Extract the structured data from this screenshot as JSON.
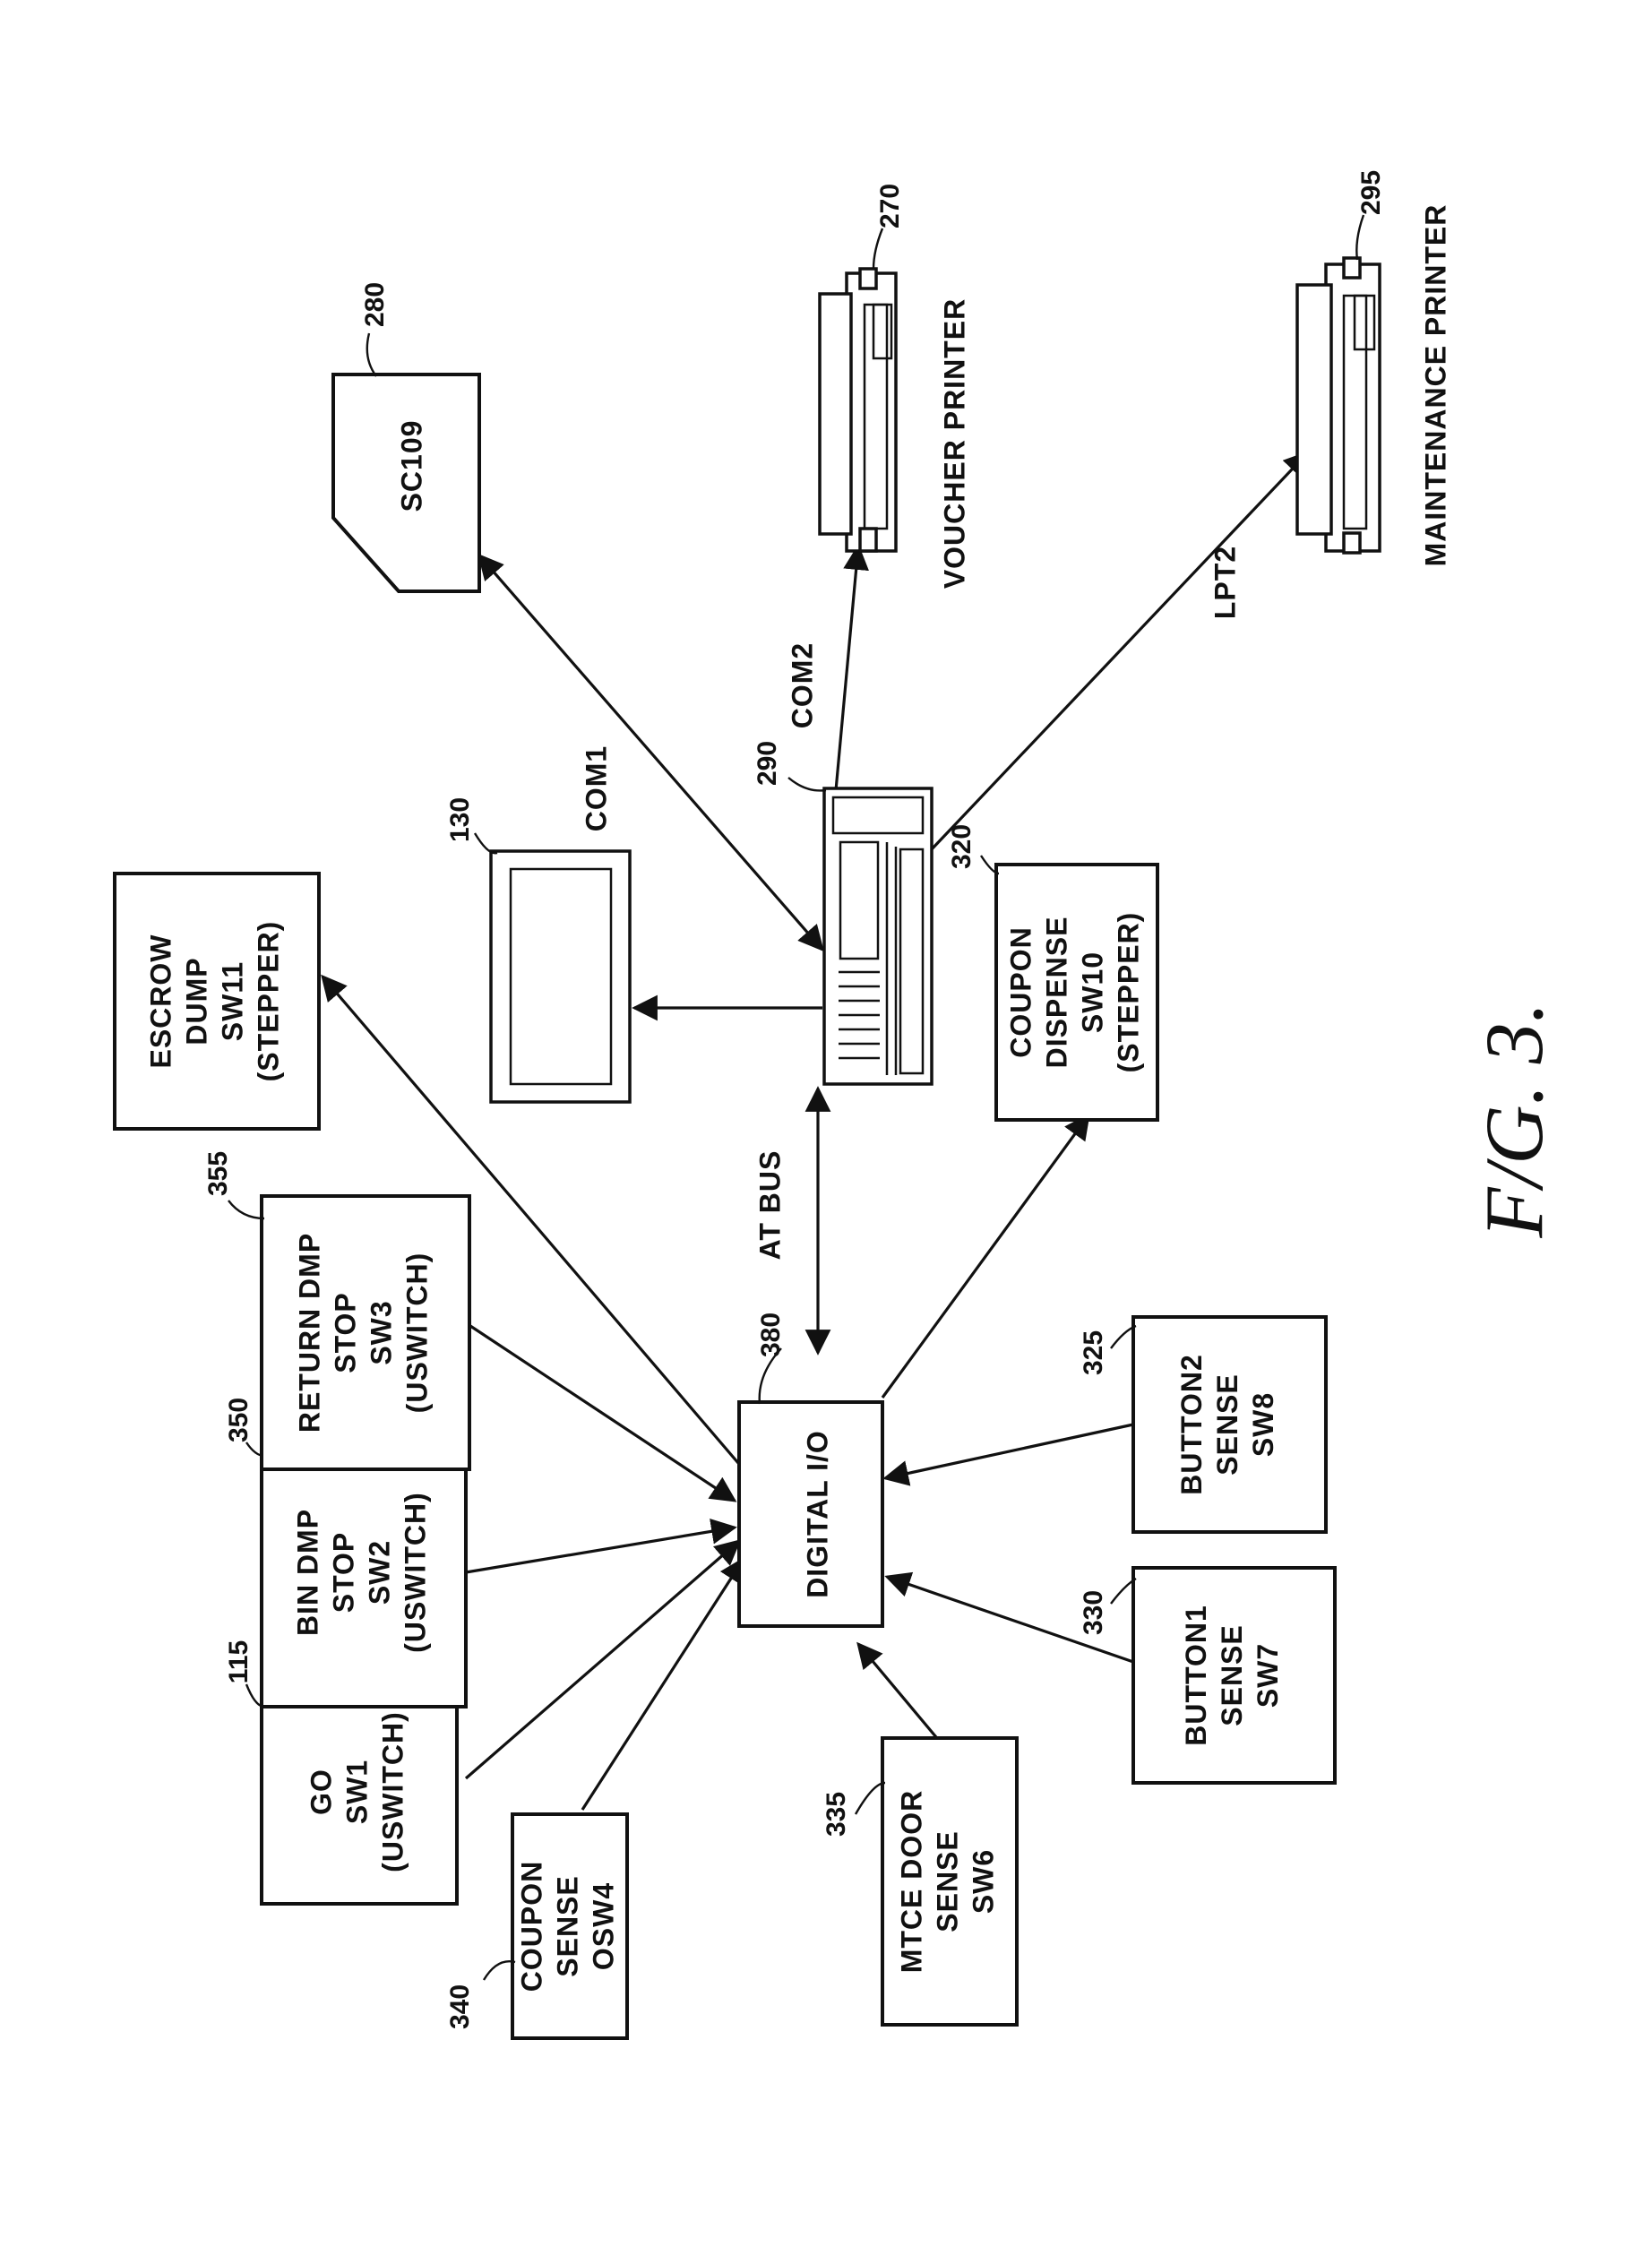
{
  "figure": {
    "caption": "F/G. 3."
  },
  "hub": {
    "label": "DIGITAL I/O",
    "ref": "380"
  },
  "bus": {
    "label": "AT BUS"
  },
  "inputs": [
    {
      "id": "coupon_sense",
      "ref": "340",
      "lines": [
        "COUPON",
        "SENSE",
        "OSW4"
      ]
    },
    {
      "id": "go",
      "ref": "115",
      "lines": [
        "GO",
        "SW1",
        "(USWITCH)"
      ]
    },
    {
      "id": "bin_dmp",
      "ref": "350",
      "lines": [
        "BIN DMP",
        "STOP",
        "SW2",
        "(USWITCH)"
      ]
    },
    {
      "id": "return_dmp",
      "ref": "355",
      "lines": [
        "RETURN DMP",
        "STOP",
        "SW3",
        "(USWITCH)"
      ]
    },
    {
      "id": "mtce_door",
      "ref": "335",
      "lines": [
        "MTCE DOOR",
        "SENSE",
        "SW6"
      ]
    },
    {
      "id": "button1",
      "ref": "330",
      "lines": [
        "BUTTON1",
        "SENSE",
        "SW7"
      ]
    },
    {
      "id": "button2",
      "ref": "325",
      "lines": [
        "BUTTON2",
        "SENSE",
        "SW8"
      ]
    }
  ],
  "outputs": [
    {
      "id": "escrow",
      "lines": [
        "ESCROW",
        "DUMP",
        "SW11",
        "(STEPPER)"
      ]
    },
    {
      "id": "coupon_dispense",
      "ref": "320",
      "lines": [
        "COUPON",
        "DISPENSE",
        "SW10",
        "(STEPPER)"
      ]
    }
  ],
  "computer": {
    "ref": "290"
  },
  "monitor": {
    "ref": "130"
  },
  "sc109": {
    "label": "SC109",
    "ref": "280"
  },
  "voucher_printer": {
    "label": "VOUCHER PRINTER",
    "ref": "270",
    "port": "COM2"
  },
  "maintenance_printer": {
    "label": "MAINTENANCE PRINTER",
    "ref": "295",
    "port": "LPT2"
  },
  "com1": {
    "label": "COM1"
  }
}
